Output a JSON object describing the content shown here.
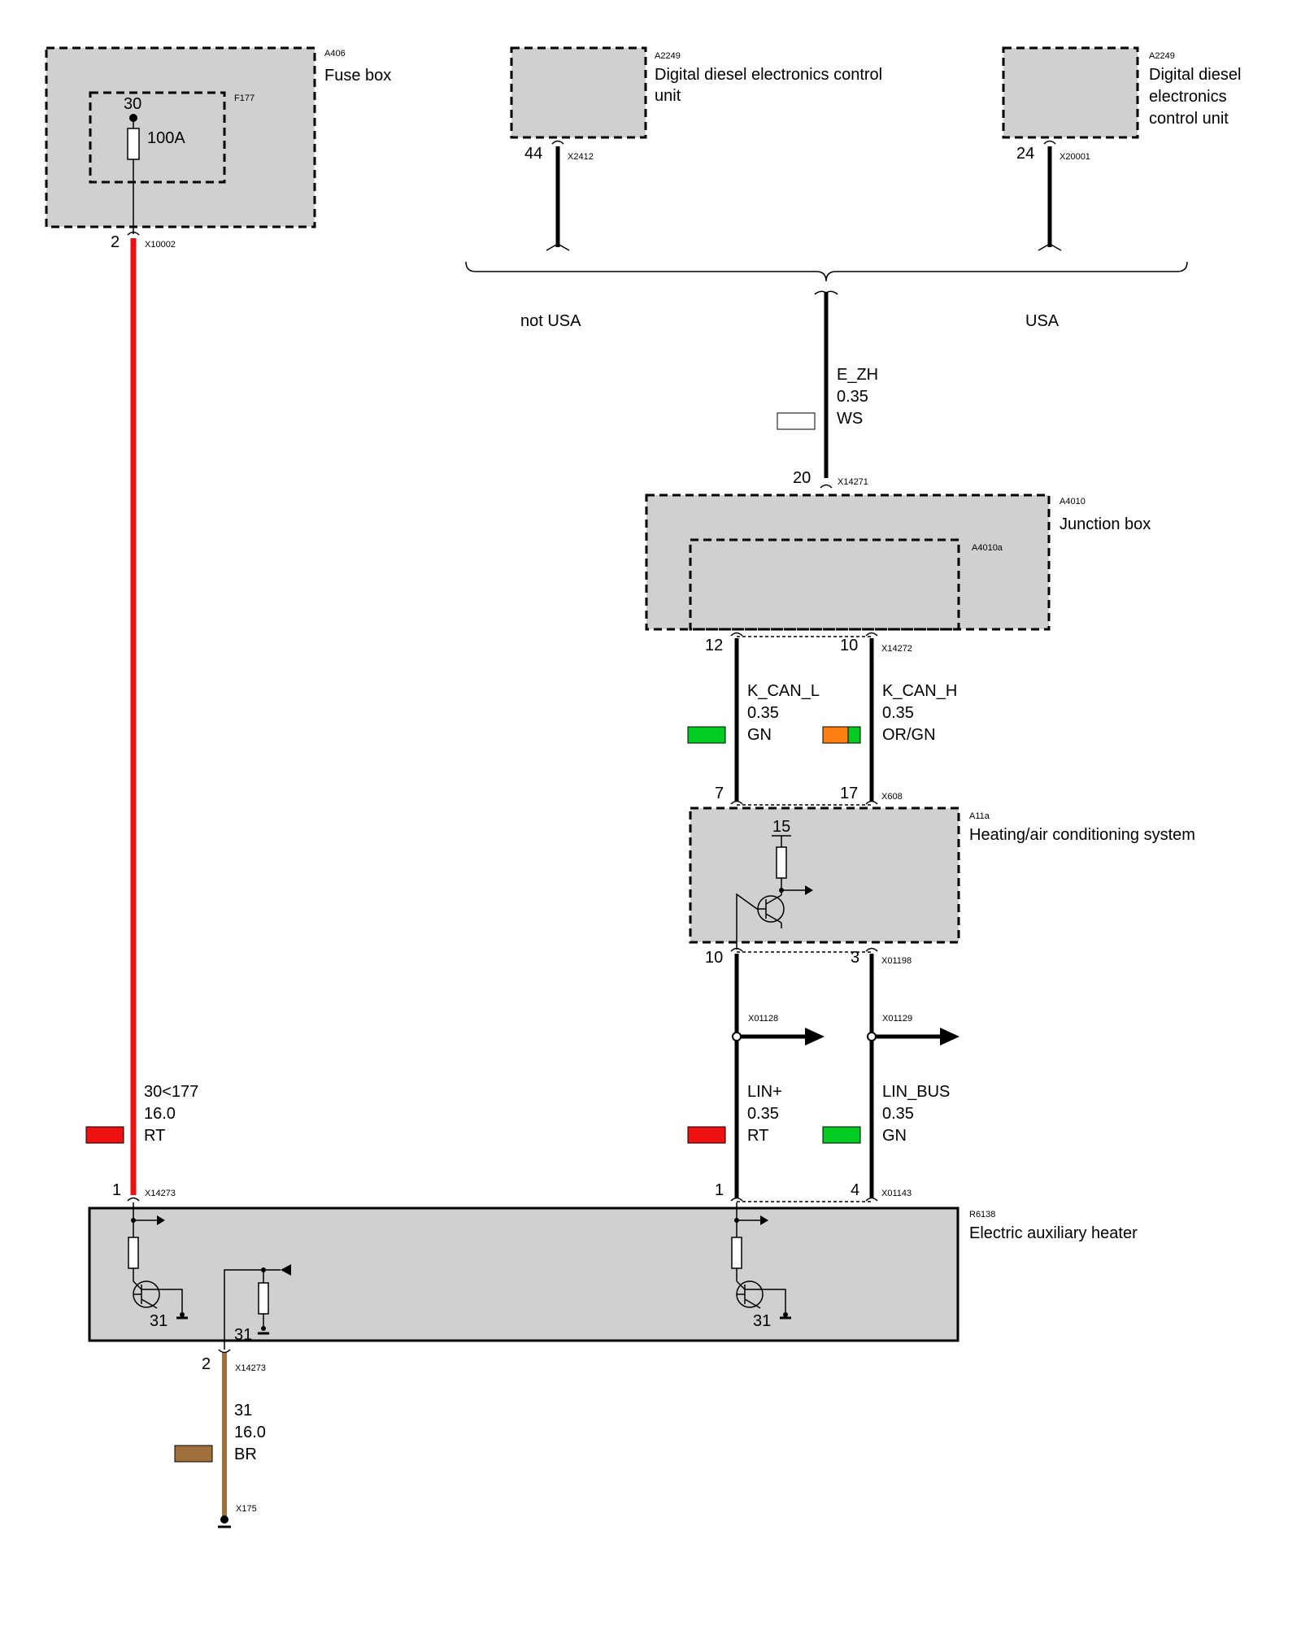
{
  "components": {
    "fuse_box": {
      "id": "A406",
      "name": "Fuse box",
      "fuse_id": "F177",
      "fuse_terminal": "30",
      "fuse_rating": "100A",
      "connector": "X10002",
      "pin": "2"
    },
    "ddecu_1": {
      "id": "A2249",
      "name_line1": "Digital diesel electronics control",
      "name_line2": "unit",
      "connector": "X2412",
      "pin": "44"
    },
    "ddecu_2": {
      "id": "A2249",
      "name_line1": "Digital diesel",
      "name_line2": "electronics",
      "name_line3": "control unit",
      "connector": "X20001",
      "pin": "24"
    },
    "junction_box": {
      "id": "A4010",
      "name": "Junction box",
      "inner_id": "A4010a",
      "top_connector": "X14271",
      "top_pin": "20",
      "bottom_connector": "X14272",
      "pin_left": "12",
      "pin_right": "10"
    },
    "hvac": {
      "id": "A11a",
      "name": "Heating/air conditioning system",
      "top_connector": "X608",
      "pin_left_top": "7",
      "pin_right_top": "17",
      "internal_terminal": "15",
      "bottom_connector": "X01198",
      "pin_left_bottom": "10",
      "pin_right_bottom": "3"
    },
    "heater": {
      "id": "R6138",
      "name": "Electric auxiliary heater",
      "left_connector": "X14273",
      "left_pin": "1",
      "right_connector": "X01143",
      "pin_lin_plus": "1",
      "pin_lin_bus": "4",
      "ground_connector": "X14273",
      "ground_pin": "2",
      "gnd_label_a": "31",
      "gnd_label_b": "31",
      "gnd_label_c": "31"
    }
  },
  "variants": {
    "left": "not USA",
    "right": "USA"
  },
  "wires": {
    "e_zh": {
      "signal": "E_ZH",
      "gauge": "0.35",
      "color_code": "WS",
      "color": "#ffffff"
    },
    "k_can_l": {
      "signal": "K_CAN_L",
      "gauge": "0.35",
      "color_code": "GN",
      "color": "#00cc22"
    },
    "k_can_h": {
      "signal": "K_CAN_H",
      "gauge": "0.35",
      "color_code": "OR/GN",
      "color": "#ff7f11",
      "color2": "#00cc22"
    },
    "power": {
      "signal": "30<177",
      "gauge": "16.0",
      "color_code": "RT",
      "color": "#ee1111"
    },
    "lin_plus": {
      "signal": "LIN+",
      "gauge": "0.35",
      "color_code": "RT",
      "color": "#ee1111"
    },
    "lin_bus": {
      "signal": "LIN_BUS",
      "gauge": "0.35",
      "color_code": "GN",
      "color": "#00cc22"
    },
    "ground": {
      "signal": "31",
      "gauge": "16.0",
      "color_code": "BR",
      "color": "#a0703c"
    }
  },
  "splices": {
    "lin_plus": "X01128",
    "lin_bus": "X01129"
  },
  "ground_point": "X175"
}
